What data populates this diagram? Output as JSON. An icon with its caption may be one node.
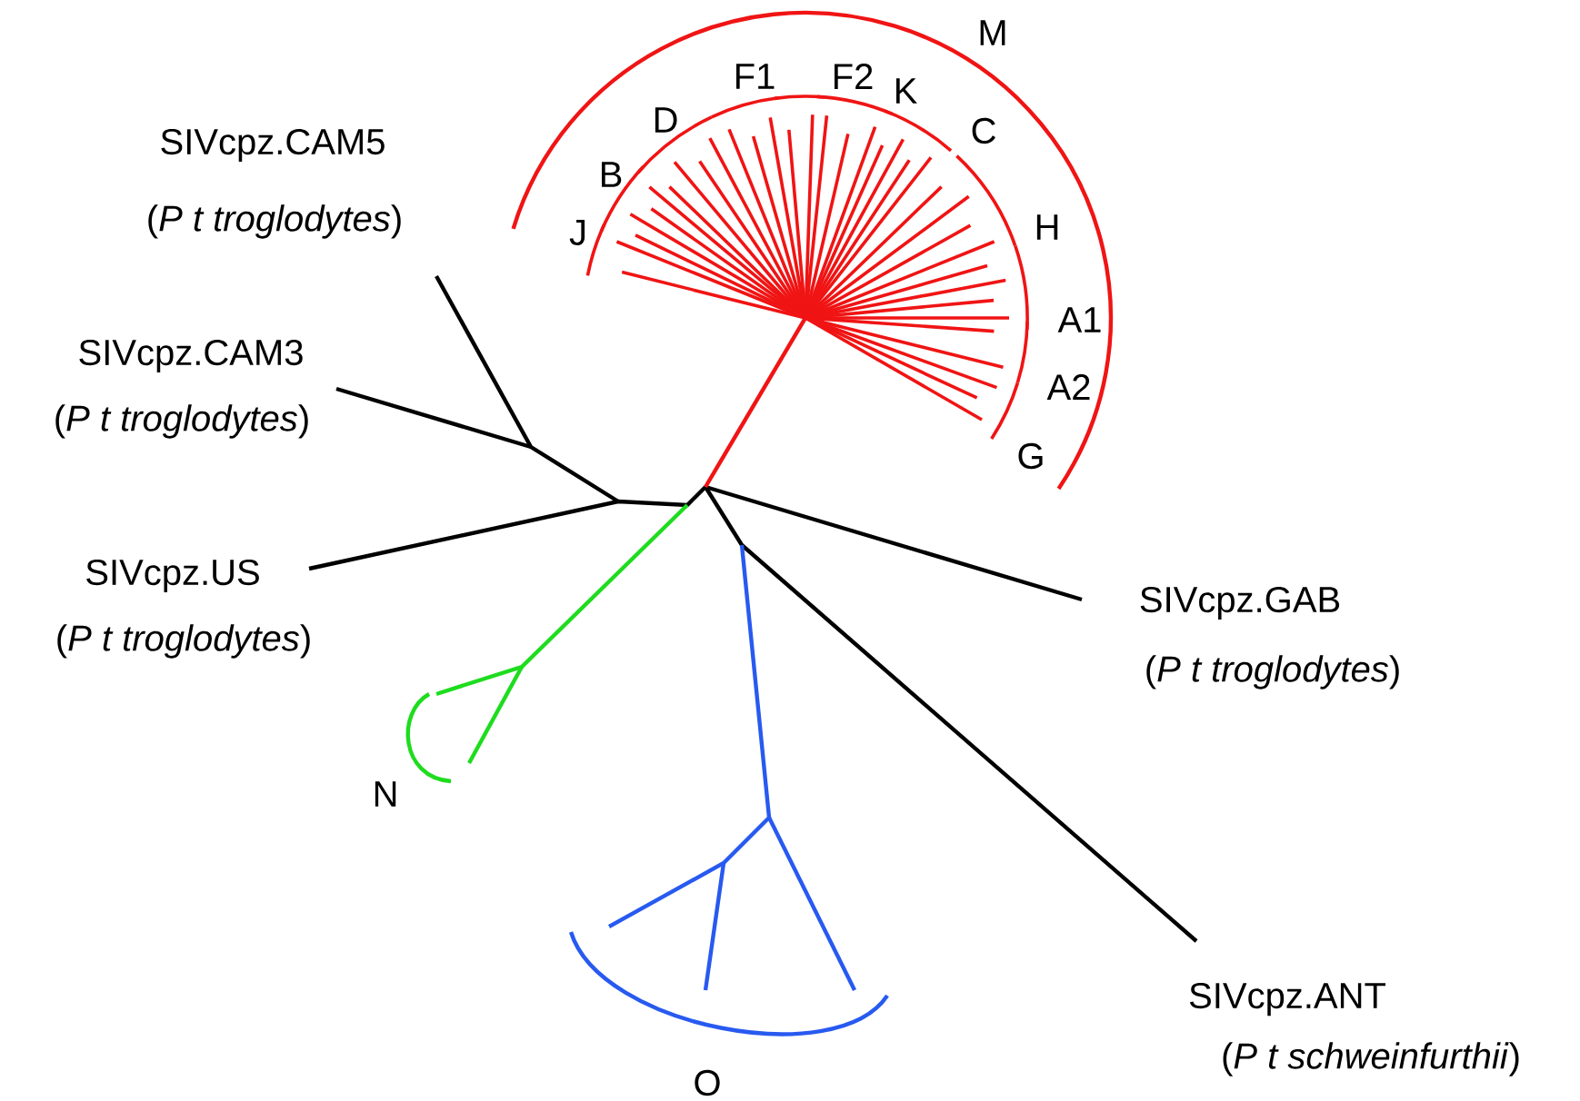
{
  "diagram": {
    "labels": [
      "M",
      "F1",
      "F2",
      "K",
      "D",
      "C",
      "SIVcpz.CAM5",
      "B",
      "(*P t troglodytes*)",
      "J",
      "H",
      "A1",
      "SIVcpz.CAM3",
      "(*P t troglodytes*)",
      "A2",
      "G",
      "SIVcpz.US",
      "SIVcpz.GAB",
      "(*P t troglodytes*)",
      "(*P t troglodytes*)",
      "N",
      "SIVcpz.ANT",
      "(*P t schweinfurthii*)",
      "O"
    ]
  }
}
